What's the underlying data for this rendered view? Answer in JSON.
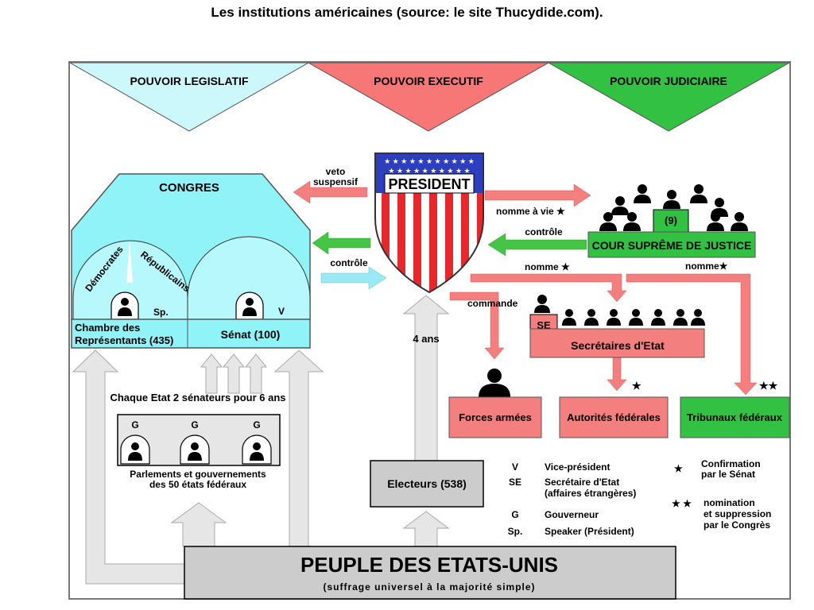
{
  "title": "Les institutions américaines (source: le site Thucydide.com).",
  "powers": {
    "legislative": "POUVOIR LEGISLATIF",
    "executive": "POUVOIR EXECUTIF",
    "judicial": "POUVOIR JUDICIAIRE"
  },
  "congress": {
    "label": "CONGRES",
    "democrats": "Démocrates",
    "republicans": "Républicains",
    "speaker_abbr": "Sp.",
    "vp_abbr": "V",
    "house_line1": "Chambre des",
    "house_line2": "Représentants (435)",
    "senate": "Sénat (100)"
  },
  "president": {
    "label": "PRESIDENT",
    "veto_line1": "veto",
    "veto_line2": "suspensif",
    "controle_left": "contrôle",
    "nomme_vie": "nomme à vie ★",
    "controle_right": "contrôle",
    "nomme_left": "nomme ★",
    "nomme_right": "nomme★",
    "commande": "commande",
    "term": "4 ans"
  },
  "court": {
    "count": "(9)",
    "label": "COUR SUPRÊME DE JUSTICE"
  },
  "secretaries": {
    "abbr": "SE",
    "label": "Secrétaires d'Etat"
  },
  "bodies": {
    "forces": "Forces armées",
    "autorites": "Autorités fédérales",
    "autorites_mark": "★",
    "tribunaux": "Tribunaux fédéraux",
    "tribunaux_mark": "★★"
  },
  "states": {
    "senators": "Chaque Etat 2 sénateurs pour 6 ans",
    "gov_abbr": "G",
    "parl_line1": "Parlements et gouvernements",
    "parl_line2": "des 50 états fédéraux"
  },
  "electors": "Electeurs (538)",
  "legend": {
    "col1_keys": [
      "V",
      "SE",
      "",
      "G",
      "Sp."
    ],
    "col1_vals": [
      "Vice-président",
      "Secrétaire d'Etat",
      "(affaires étrangères)",
      "Gouverneur",
      "Speaker (Président)"
    ],
    "star1": "★",
    "star1_line1": "Confirmation",
    "star1_line2": "par le Sénat",
    "star2": "★ ★",
    "star2_line1": "nomination",
    "star2_line2": "et suppression",
    "star2_line3": "par le Congrès"
  },
  "people": {
    "line1": "PEUPLE DES ETATS-UNIS",
    "line2": "(suffrage universel à la majorité simple)"
  },
  "colors": {
    "legislative": "#ccf7fb",
    "congress": "#8ff3f8",
    "executive": "#f77676",
    "judicial": "#33c144",
    "judicial_light": "#5bd766",
    "grey_arrow": "#e6e6e6",
    "grey_box": "#cccccc",
    "red_arrow": "#f47f7f",
    "green_arrow": "#45c445",
    "cyan_arrow": "#9be9f5",
    "flag_blue": "#2d3fbf",
    "flag_red": "#e8272d"
  }
}
